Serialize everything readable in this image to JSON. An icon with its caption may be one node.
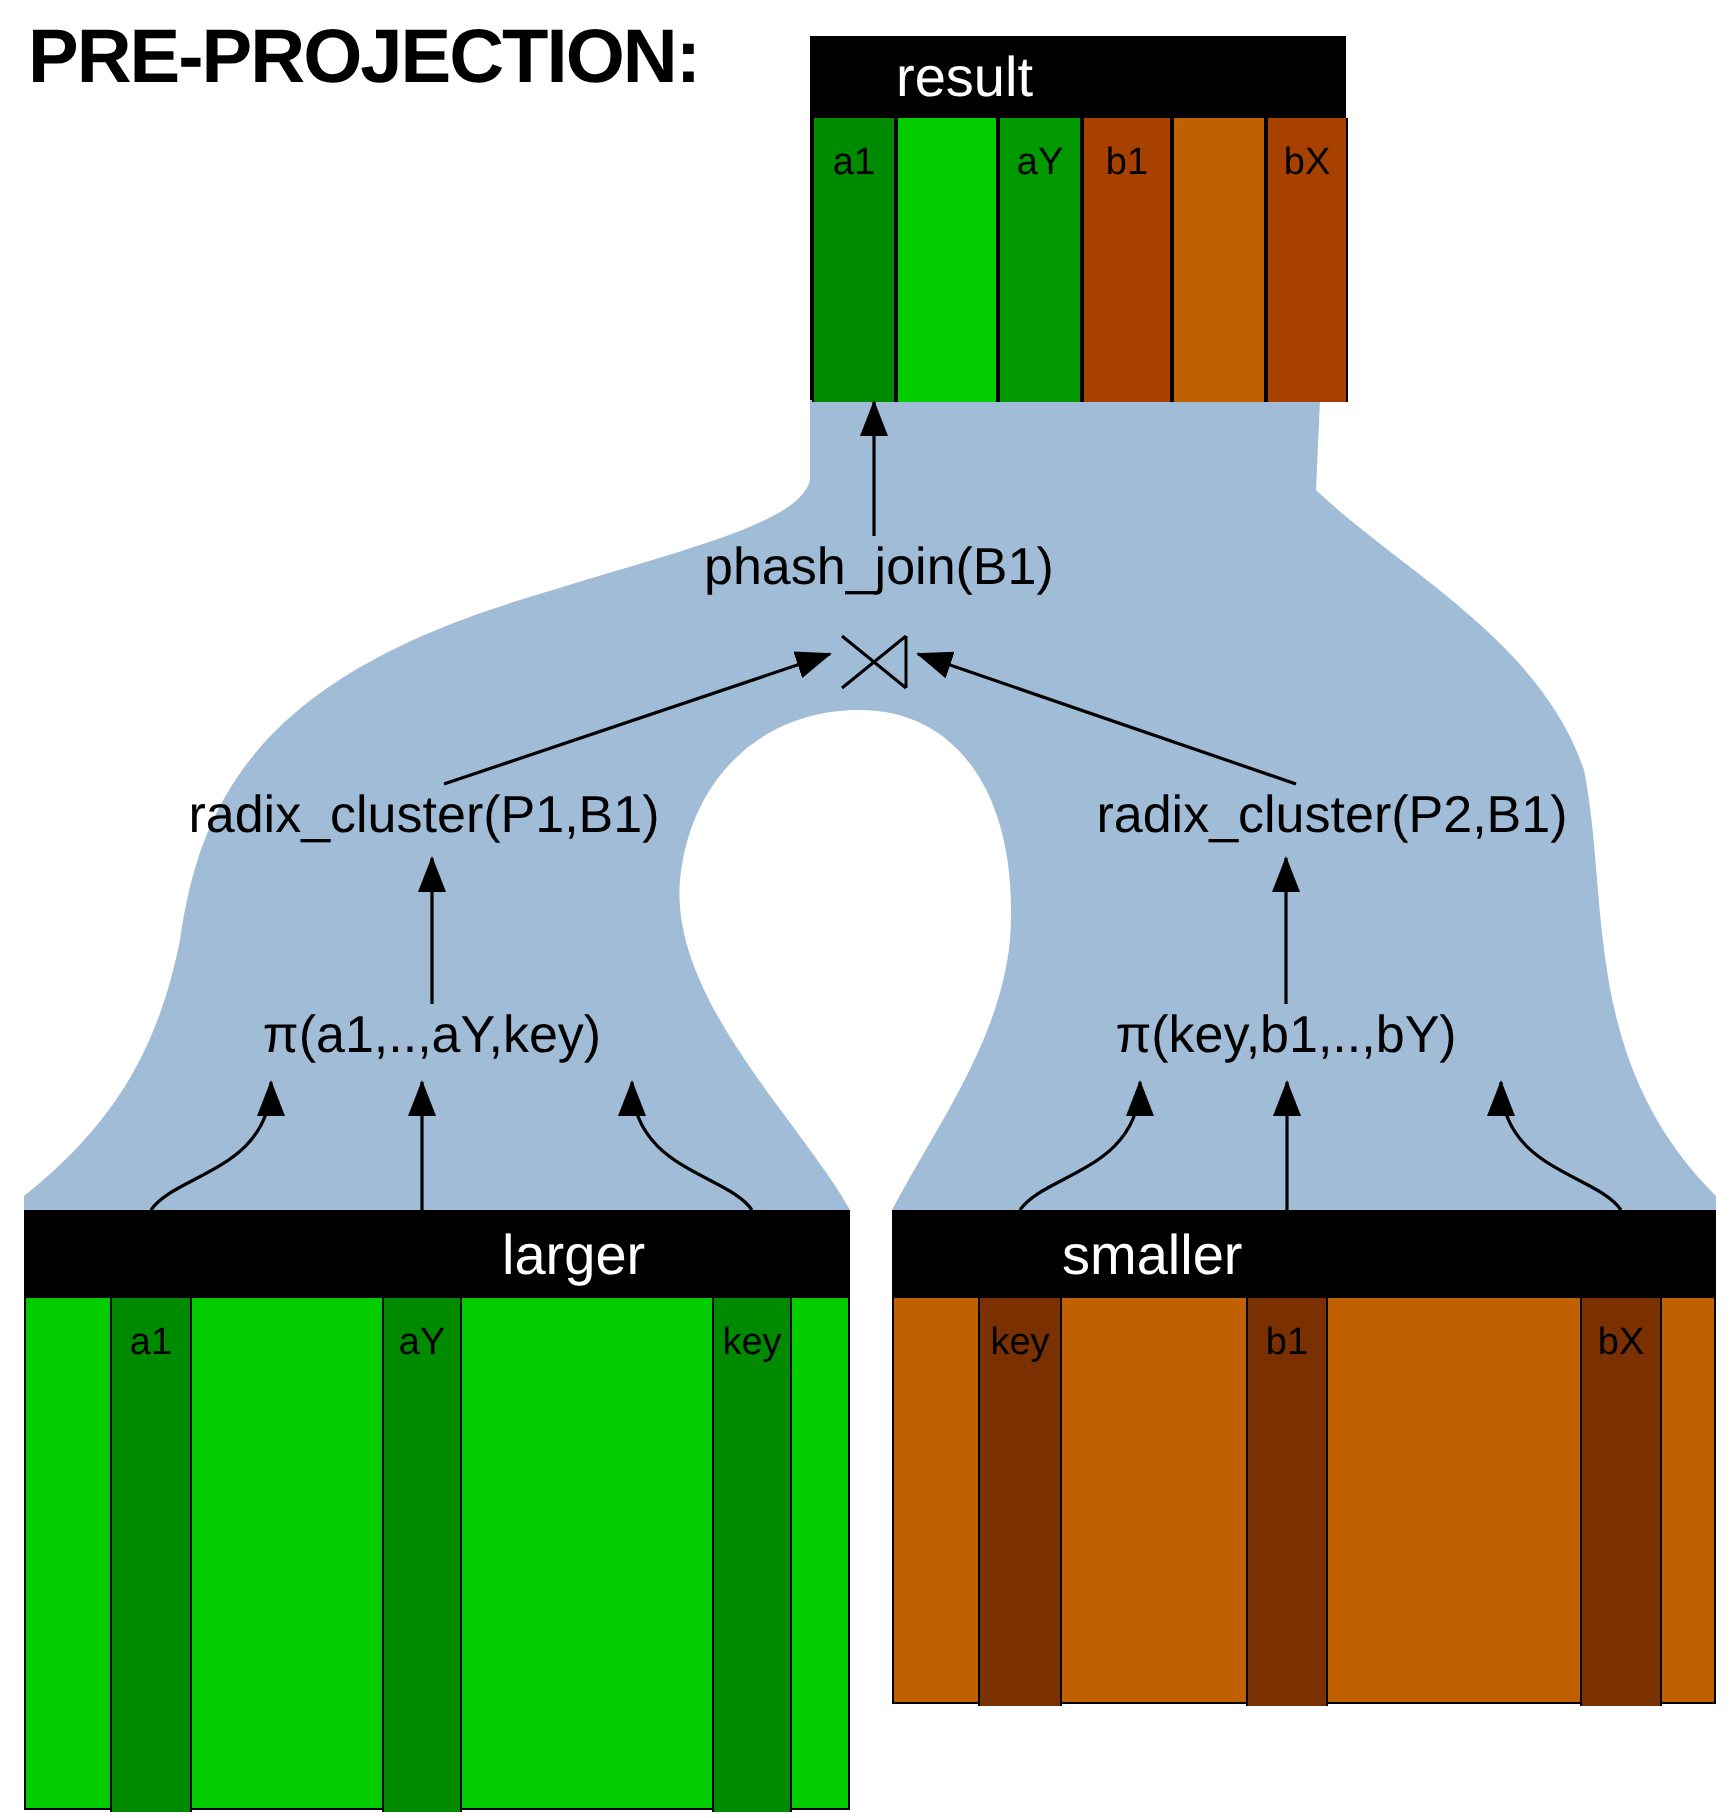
{
  "diagram": {
    "title": "PRE-PROJECTION:",
    "nodes": [
      {
        "text": [
          "result"
        ]
      },
      {
        "text": [
          "a1"
        ],
        "in": 0
      },
      {
        "text": [],
        "shape": "bar",
        "in": 0
      },
      {
        "text": [
          "aY"
        ],
        "in": 0
      },
      {
        "text": [
          "b1"
        ],
        "in": 0
      },
      {
        "text": [],
        "shape": "bar",
        "in": 0
      },
      {
        "text": [
          "bX"
        ],
        "in": 0
      },
      {
        "text": [
          "phash_join(B1)"
        ]
      },
      {
        "text": [
          "radix_cluster(P1,B1)"
        ]
      },
      {
        "text": [
          "radix_cluster(P2,B1)"
        ]
      },
      {
        "text": [
          "π(a1,..,aY,key)"
        ]
      },
      {
        "text": [
          "π(key,b1,..,bY)"
        ]
      },
      {
        "text": [
          "larger"
        ]
      },
      {
        "text": [
          "a1"
        ],
        "in": 12
      },
      {
        "text": [
          "aY"
        ],
        "in": 12
      },
      {
        "text": [
          "key"
        ],
        "in": 12
      },
      {
        "text": [
          "smaller"
        ]
      },
      {
        "text": [
          "key"
        ],
        "in": 16
      },
      {
        "text": [
          "b1"
        ],
        "in": 16
      },
      {
        "text": [
          "bX"
        ],
        "in": 16
      }
    ],
    "edges": [
      {
        "from": 13,
        "to": 10,
        "arrow": "to"
      },
      {
        "from": 14,
        "to": 10,
        "arrow": "to"
      },
      {
        "from": 15,
        "to": 10,
        "arrow": "to"
      },
      {
        "from": 17,
        "to": 11,
        "arrow": "to"
      },
      {
        "from": 18,
        "to": 11,
        "arrow": "to"
      },
      {
        "from": 19,
        "to": 11,
        "arrow": "to"
      },
      {
        "from": 10,
        "to": 8,
        "arrow": "to"
      },
      {
        "from": 11,
        "to": 9,
        "arrow": "to"
      },
      {
        "from": 8,
        "to": 7,
        "arrow": "to"
      },
      {
        "from": 9,
        "to": 7,
        "arrow": "to"
      },
      {
        "from": 7,
        "to": 0,
        "arrow": "to"
      }
    ]
  }
}
